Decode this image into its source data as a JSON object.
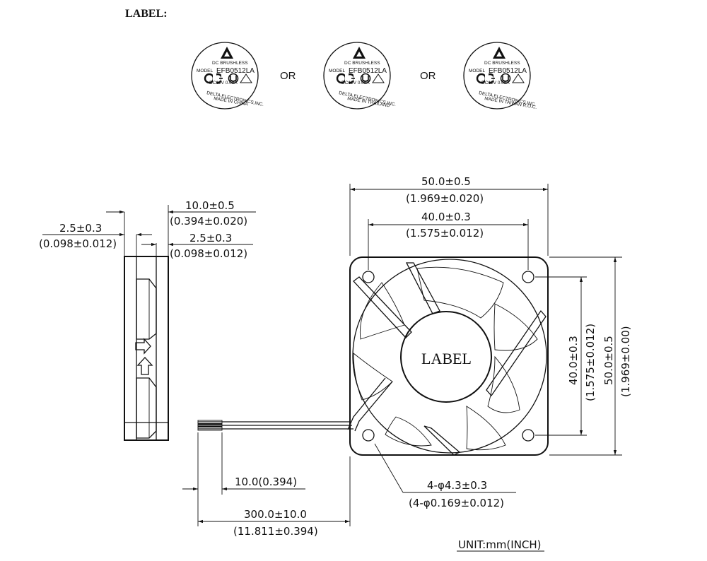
{
  "section_title": "LABEL:",
  "or_text": "OR",
  "labels": [
    {
      "line1": "DC BRUSHLESS",
      "model_prefix": "MODEL",
      "model": "EFB0512LA",
      "rating": "DC12V  0.08A",
      "maker": "DELTA ELECTRONICS,INC.",
      "origin": "MADE IN CHINA"
    },
    {
      "line1": "DC BRUSHLESS",
      "model_prefix": "MODEL",
      "model": "EFB0512LA",
      "rating": "DC12V  0.08A",
      "maker": "DELTA ELECTRONICS,INC.",
      "origin": "MADE IN THAILAND"
    },
    {
      "line1": "DC BRUSHLESS",
      "model_prefix": "MODEL",
      "model": "EFB0512LA",
      "rating": "DC12V  0.08A",
      "maker": "DELTA ELECTRONICS,INC.",
      "origin": "MADE IN TAIWAN R.O.C."
    }
  ],
  "hub_label": "LABEL",
  "dimensions": {
    "depth_mm": "10.0±0.5",
    "depth_in": "(0.394±0.020)",
    "flange_left_mm": "2.5±0.3",
    "flange_left_in": "(0.098±0.012)",
    "flange_right_mm": "2.5±0.3",
    "flange_right_in": "(0.098±0.012)",
    "width_mm": "50.0±0.5",
    "width_in": "(1.969±0.020)",
    "hole_pitch_h_mm": "40.0±0.3",
    "hole_pitch_h_in": "(1.575±0.012)",
    "hole_pitch_v_mm": "40.0±0.3",
    "hole_pitch_v_in": "(1.575±0.012)",
    "height_mm": "50.0±0.5",
    "height_in": "(1.969±0.00)",
    "hole_mm": "4-φ4.3±0.3",
    "hole_in": "(4-φ0.169±0.012)",
    "strip": "10.0(0.394)",
    "lead_mm": "300.0±10.0",
    "lead_in": "(11.811±0.394)"
  },
  "unit_note": "UNIT:mm(INCH)"
}
